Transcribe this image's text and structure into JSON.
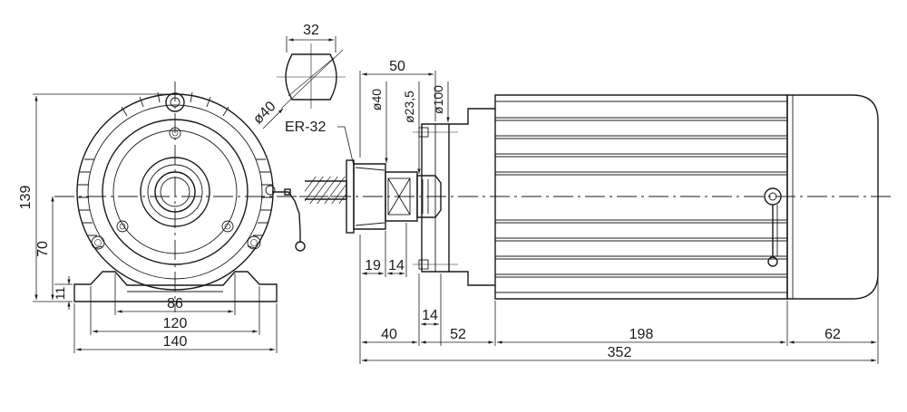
{
  "drawing": {
    "callout": {
      "collet": "ER-32"
    },
    "dimensions": {
      "d139": "139",
      "d70": "70",
      "d11": "11",
      "d86": "86",
      "d120": "120",
      "d140": "140",
      "d32": "32",
      "d40": "40",
      "d50": "50",
      "phi40_front": "ø40",
      "phi40": "ø40",
      "phi23": "ø23,5",
      "phi100": "ø100",
      "d19": "19",
      "d14a": "14",
      "d14b": "14",
      "d40b": "40",
      "d52": "52",
      "d198": "198",
      "d62": "62",
      "d352": "352"
    }
  }
}
